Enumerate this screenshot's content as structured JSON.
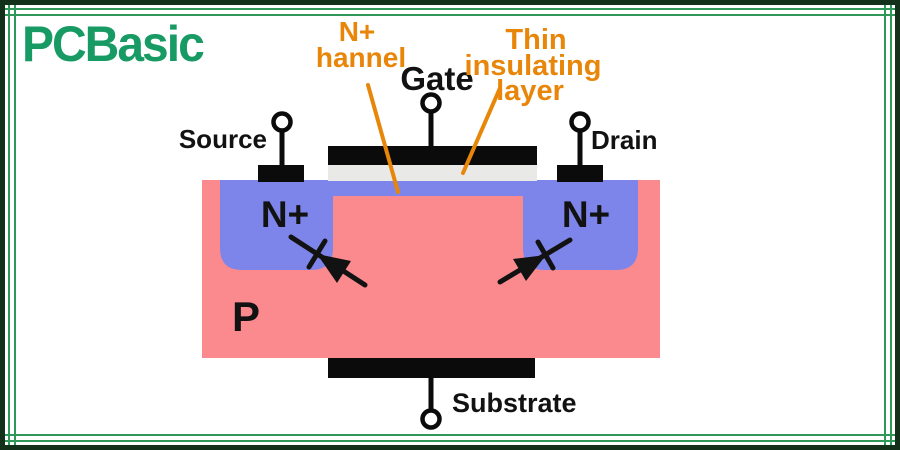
{
  "brand": {
    "logo_text": "PCBasic"
  },
  "colors": {
    "brand_green": "#189a64",
    "frame_green": "#2f9859",
    "frame_dark_green": "#12301a",
    "p_region_pink": "#fb8a8e",
    "n_region_blue": "#7d85ea",
    "insulator_gray": "#e9e9e7",
    "callout_orange": "#e8860a",
    "contact_black": "#0b0b0b"
  },
  "diagram": {
    "labels": {
      "source": "Source",
      "gate": "Gate",
      "drain": "Drain",
      "substrate": "Substrate",
      "p_region": "P",
      "n_plus_source": "N+",
      "n_plus_drain": "N+",
      "channel_callout_line1": "N+",
      "channel_callout_line2": "hannel",
      "insulating_callout_line1": "Thin",
      "insulating_callout_line2": "insulating",
      "insulating_callout_line3": "layer"
    }
  }
}
